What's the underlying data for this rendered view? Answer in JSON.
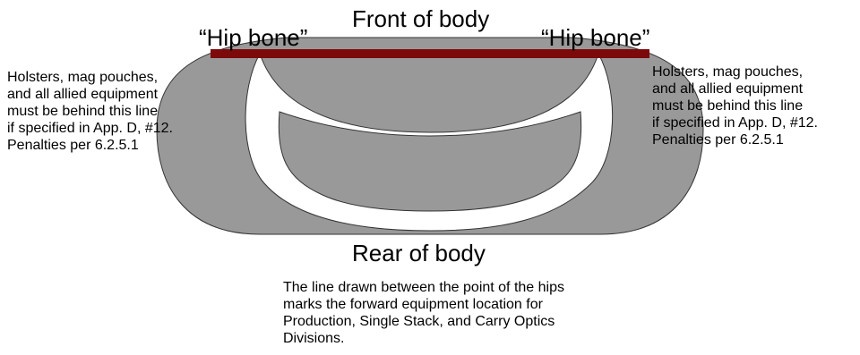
{
  "labels": {
    "front": "Front of body",
    "rear": "Rear of body",
    "hip_left": "“Hip bone”",
    "hip_right": "“Hip bone”"
  },
  "notes": {
    "left": [
      "Holsters, mag pouches,",
      "and all allied equipment",
      "must be behind this line",
      "if specified in App. D, #12.",
      "Penalties per 6.2.5.1"
    ],
    "right": [
      "Holsters, mag pouches,",
      "and all allied equipment",
      "must be behind this line",
      "if specified in App. D, #12.",
      "Penalties per 6.2.5.1"
    ],
    "bottom": [
      "The line drawn between the point of the hips",
      "marks the forward equipment location for",
      "Production, Single Stack, and Carry Optics",
      "Divisions."
    ]
  },
  "colors": {
    "body_fill": "#999999",
    "body_stroke": "#333333",
    "band_fill": "#ffffff",
    "hip_line": "#7d0a0a"
  }
}
